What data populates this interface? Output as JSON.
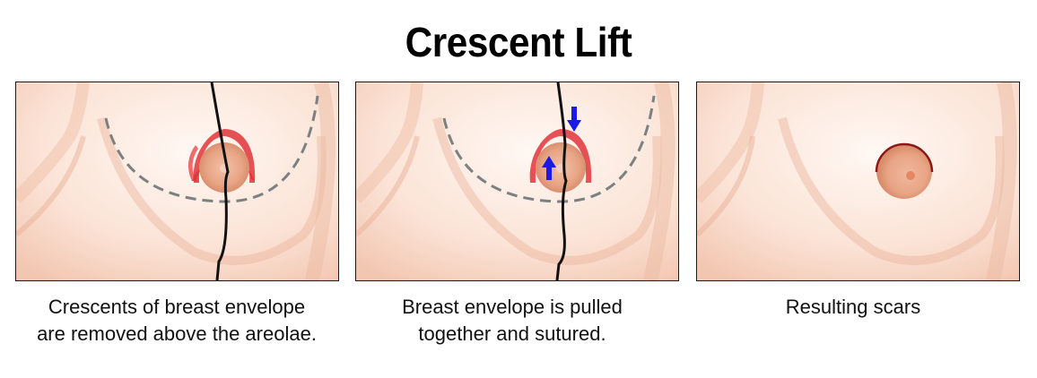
{
  "title": "Crescent Lift",
  "colors": {
    "skin_light": "#fdf1ea",
    "skin_mid": "#f6d2bf",
    "skin_shadow": "#e8b096",
    "areola": "#e9a98a",
    "crescent": "#e0343a",
    "incision_line": "#111111",
    "dashed_line": "#7d8080",
    "arrow": "#1a1ae6",
    "scar": "#8a1a1a"
  },
  "panels": [
    {
      "id": "step-1",
      "caption": [
        "Crescents of breast envelope",
        "are removed above the areolae."
      ],
      "shows_crescent": true,
      "shows_arrows": false,
      "shows_midline": true,
      "shows_dashed_contour": true
    },
    {
      "id": "step-2",
      "caption": [
        "Breast envelope is pulled",
        "together and sutured."
      ],
      "shows_crescent": true,
      "shows_arrows": true,
      "arrows": [
        "arrow-down",
        "arrow-up"
      ],
      "shows_midline": true,
      "shows_dashed_contour": true
    },
    {
      "id": "step-3",
      "caption": [
        "Resulting scars"
      ],
      "shows_crescent": false,
      "shows_arrows": false,
      "shows_midline": false,
      "shows_dashed_contour": false,
      "shows_scar": true
    }
  ]
}
